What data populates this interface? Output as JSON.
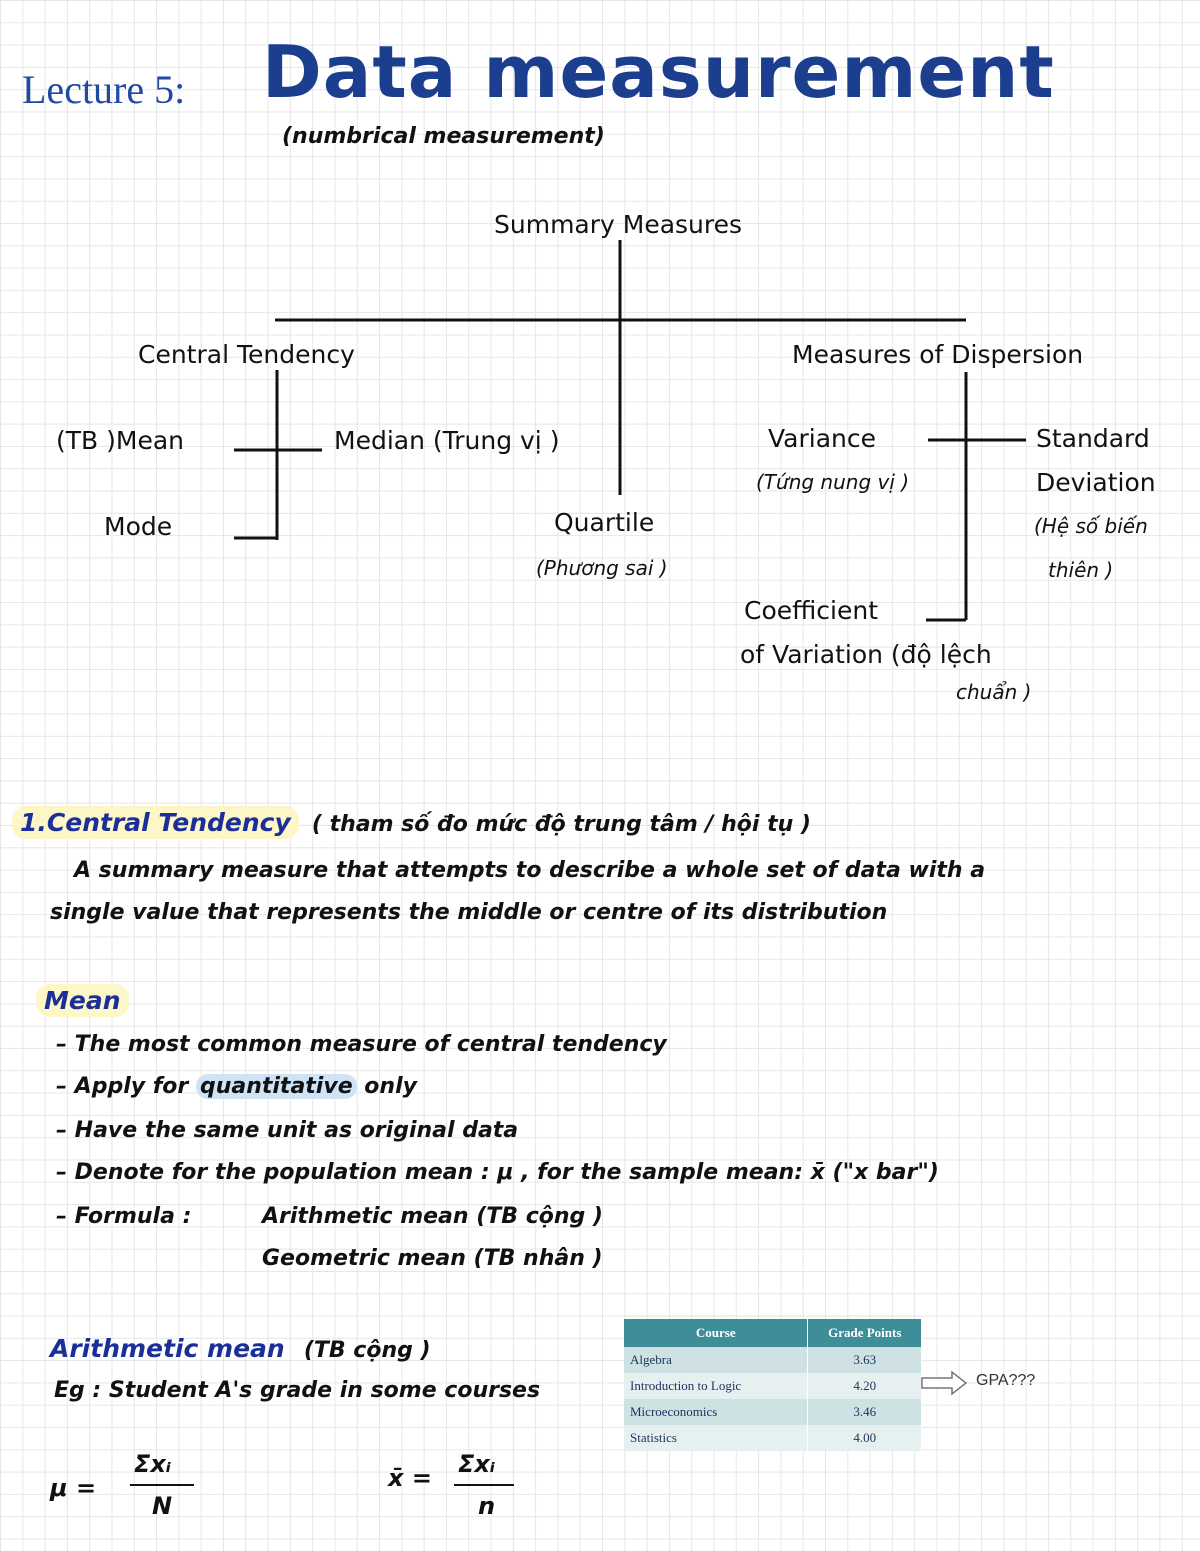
{
  "header": {
    "lecture": "Lecture 5:",
    "title": "Data measurement",
    "subtitle": "(numbrical measurement)"
  },
  "tree": {
    "root": "Summary Measures",
    "central": "Central Tendency",
    "mean": "(TB )Mean",
    "median": "Median (Trung vị )",
    "mode": "Mode",
    "quartile": "Quartile",
    "quartile_note": "(Phương sai )",
    "dispersion": "Measures of Dispersion",
    "variance": "Variance",
    "variance_note": "(Tứng nung vị )",
    "std_1": "Standard",
    "std_2": "Deviation",
    "std_note_1": "(Hệ số biến",
    "std_note_2": "thiên )",
    "cv_1": "Coefficient",
    "cv_2": "of Variation (độ lệch",
    "cv_3": "chuẩn )"
  },
  "section1": {
    "heading": "1.Central Tendency",
    "heading_note": "( tham số đo mức độ trung tâm / hội tụ )",
    "desc_1": "A summary measure that attempts to describe a whole set of data with a",
    "desc_2": "single value that represents the middle or centre of its distribution"
  },
  "mean_section": {
    "heading": "Mean",
    "b1": "The most common measure of central tendency",
    "b2_pre": "Apply for",
    "b2_hl": "quantitative",
    "b2_post": "only",
    "b3": "Have the same unit as original data",
    "b4": "Denote for the population mean : μ , for the sample mean: x̄ (\"x bar\")",
    "b5_label": "Formula :",
    "b5_a": "Arithmetic mean (TB cộng )",
    "b5_b": "Geometric mean (TB nhân )"
  },
  "arith": {
    "heading": "Arithmetic mean",
    "heading_note": "(TB cộng )",
    "example": "Eg : Student A's grade in some courses",
    "mu": "μ =",
    "xbar": "x̄ =",
    "num": "Σxᵢ",
    "den_pop": "N",
    "den_samp": "n",
    "gpa": "GPA???"
  },
  "table": {
    "headers": [
      "Course",
      "Grade Points"
    ],
    "rows": [
      [
        "Algebra",
        "3.63"
      ],
      [
        "Introduction to Logic",
        "4.20"
      ],
      [
        "Microeconomics",
        "3.46"
      ],
      [
        "Statistics",
        "4.00"
      ]
    ]
  }
}
